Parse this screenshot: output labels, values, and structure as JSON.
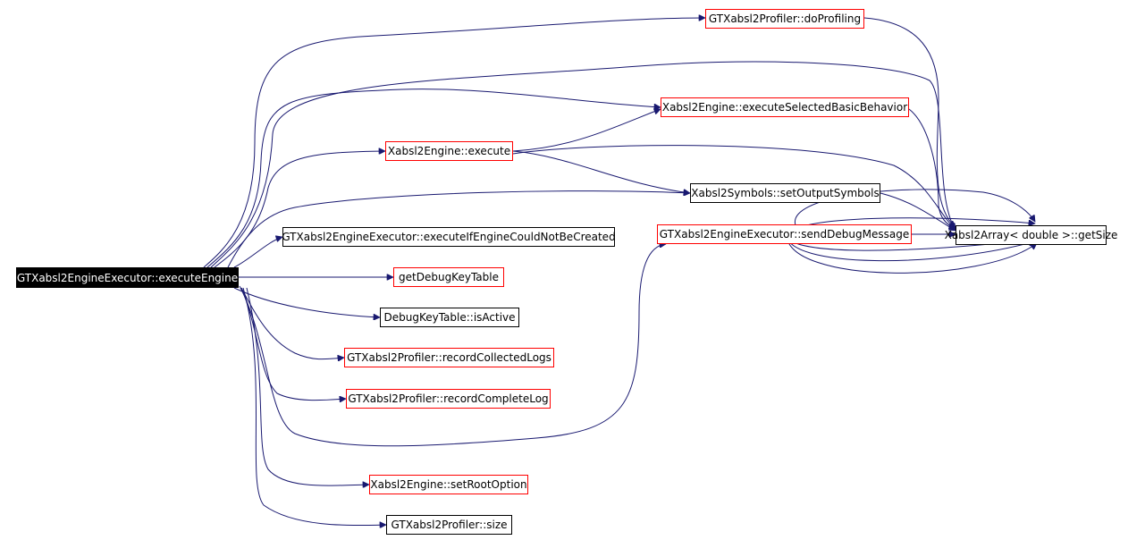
{
  "diagram": {
    "nodes": [
      {
        "id": "root",
        "label": "GTXabsl2EngineExecutor::executeEngine",
        "kind": "root"
      },
      {
        "id": "doProfiling",
        "label": "GTXabsl2Profiler::doProfiling",
        "kind": "truncated"
      },
      {
        "id": "execSelBasic",
        "label": "Xabsl2Engine::executeSelectedBasicBehavior",
        "kind": "truncated"
      },
      {
        "id": "execute",
        "label": "Xabsl2Engine::execute",
        "kind": "truncated"
      },
      {
        "id": "setOutputSymbols",
        "label": "Xabsl2Symbols::setOutputSymbols",
        "kind": "plain"
      },
      {
        "id": "execIfEngine",
        "label": "GTXabsl2EngineExecutor::executeIfEngineCouldNotBeCreated",
        "kind": "plain"
      },
      {
        "id": "sendDebug",
        "label": "GTXabsl2EngineExecutor::sendDebugMessage",
        "kind": "truncated"
      },
      {
        "id": "getSize",
        "label": "Xabsl2Array< double >::getSize",
        "kind": "plain"
      },
      {
        "id": "getDebugKeyTable",
        "label": "getDebugKeyTable",
        "kind": "truncated"
      },
      {
        "id": "isActive",
        "label": "DebugKeyTable::isActive",
        "kind": "plain"
      },
      {
        "id": "recordCollected",
        "label": "GTXabsl2Profiler::recordCollectedLogs",
        "kind": "truncated"
      },
      {
        "id": "recordComplete",
        "label": "GTXabsl2Profiler::recordCompleteLog",
        "kind": "truncated"
      },
      {
        "id": "setRootOption",
        "label": "Xabsl2Engine::setRootOption",
        "kind": "truncated"
      },
      {
        "id": "size",
        "label": "GTXabsl2Profiler::size",
        "kind": "plain"
      }
    ],
    "edges": [
      {
        "from": "root",
        "to": "doProfiling"
      },
      {
        "from": "root",
        "to": "execSelBasic"
      },
      {
        "from": "root",
        "to": "execute"
      },
      {
        "from": "root",
        "to": "setOutputSymbols"
      },
      {
        "from": "root",
        "to": "execIfEngine"
      },
      {
        "from": "root",
        "to": "sendDebug"
      },
      {
        "from": "root",
        "to": "getSize"
      },
      {
        "from": "root",
        "to": "getDebugKeyTable"
      },
      {
        "from": "root",
        "to": "isActive"
      },
      {
        "from": "root",
        "to": "recordCollected"
      },
      {
        "from": "root",
        "to": "recordComplete"
      },
      {
        "from": "root",
        "to": "setRootOption"
      },
      {
        "from": "root",
        "to": "size"
      },
      {
        "from": "execute",
        "to": "execSelBasic"
      },
      {
        "from": "execute",
        "to": "setOutputSymbols"
      },
      {
        "from": "execute",
        "to": "getSize"
      },
      {
        "from": "doProfiling",
        "to": "getSize"
      },
      {
        "from": "execSelBasic",
        "to": "getSize"
      },
      {
        "from": "setOutputSymbols",
        "to": "getSize"
      },
      {
        "from": "sendDebug",
        "to": "getSize"
      }
    ],
    "colors": {
      "edge": "#191970",
      "truncated_border": "#ff0000",
      "plain_border": "#000000",
      "root_fill": "#000000"
    }
  }
}
